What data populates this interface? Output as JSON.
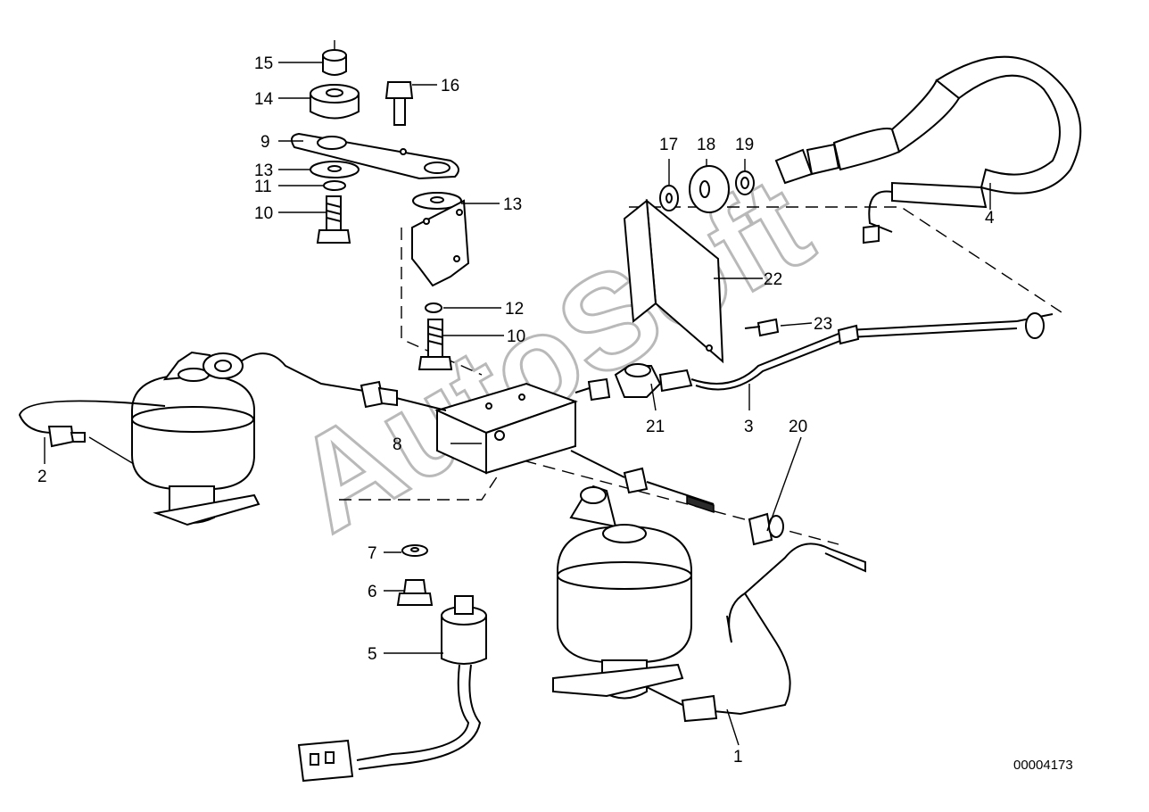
{
  "diagram": {
    "figure_number": "00004173",
    "watermark": "AutoSoft",
    "callouts": {
      "c1": "1",
      "c2": "2",
      "c3": "3",
      "c4": "4",
      "c5": "5",
      "c6": "6",
      "c7": "7",
      "c8": "8",
      "c9": "9",
      "c10a": "10",
      "c10b": "10",
      "c11": "11",
      "c12": "12",
      "c13a": "13",
      "c13b": "13",
      "c14": "14",
      "c15": "15",
      "c16": "16",
      "c17": "17",
      "c18": "18",
      "c19": "19",
      "c20": "20",
      "c21": "21",
      "c22": "22",
      "c23": "23"
    }
  }
}
